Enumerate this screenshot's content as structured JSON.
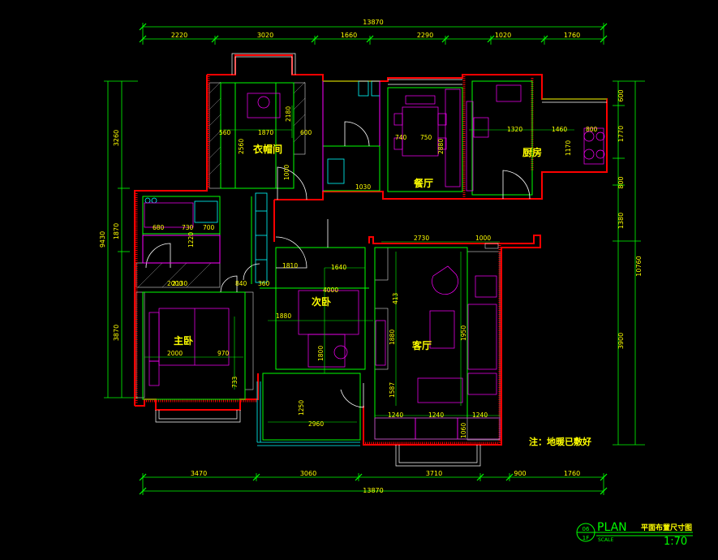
{
  "dims_top": [
    "13870",
    "2220",
    "3020",
    "1660",
    "2290",
    "1020",
    "1760"
  ],
  "dims_bottom": [
    "3470",
    "3060",
    "3710",
    "900",
    "1760",
    "13870"
  ],
  "dims_left": [
    "3260",
    "1870",
    "9430",
    "3870"
  ],
  "dims_right": [
    "600",
    "1770",
    "800",
    "1380",
    "10760",
    "3900"
  ],
  "rooms": {
    "cloakroom": "衣帽间",
    "dining": "餐厅",
    "kitchen": "厨房",
    "second_bedroom": "次卧",
    "master_bedroom": "主卧",
    "living_room": "客厅"
  },
  "inner_dims": [
    "1870",
    "560",
    "600",
    "2560",
    "2180",
    "1000",
    "750",
    "740",
    "2880",
    "1320",
    "1460",
    "800",
    "1170",
    "680",
    "730",
    "700",
    "1220",
    "2130",
    "2000",
    "970",
    "1810",
    "1640",
    "840",
    "360",
    "1880",
    "1800",
    "2730",
    "1000",
    "1880",
    "4000",
    "1587",
    "1240",
    "1240",
    "1240",
    "1950",
    "413",
    "1060",
    "2960",
    "1250",
    "2000",
    "733",
    "1030"
  ],
  "note": "注：地暖已敷好",
  "title": {
    "plan": "PLAN",
    "cn": "平面布置尺寸图",
    "scale_label": "SCALE",
    "scale": "1:70",
    "badge_top": "06",
    "badge_bottom": "1F"
  },
  "colors": {
    "background": "#000000",
    "walls": "#ff0000",
    "dimension_lines": "#00ff00",
    "text": "#ffff00",
    "furniture": "#ff00ff",
    "fixtures": "#00ffff",
    "wall_hatch": "#ffffff"
  }
}
